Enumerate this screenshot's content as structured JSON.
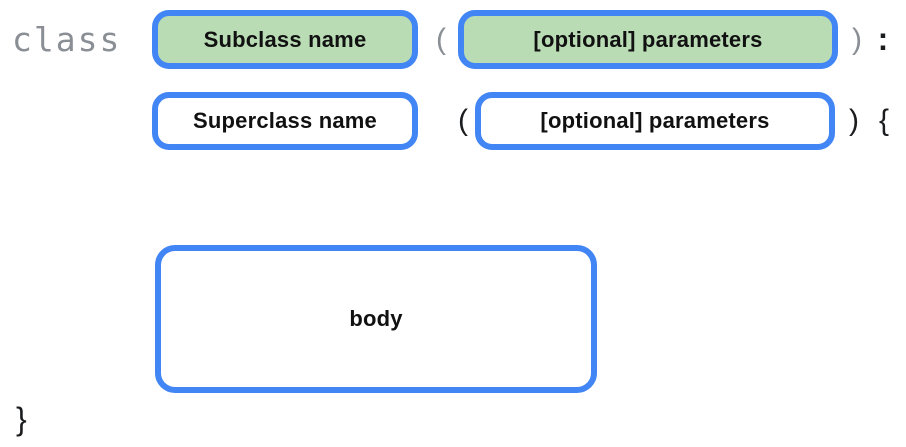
{
  "diagram": {
    "keyword": "class",
    "row1": {
      "subclass_label": "Subclass name",
      "open_paren": "(",
      "params_label": "[optional] parameters",
      "close_paren": ")",
      "colon": ":"
    },
    "row2": {
      "superclass_label": "Superclass name",
      "open_paren": "(",
      "params_label": "[optional] parameters",
      "close_paren": ")",
      "open_brace": "{"
    },
    "body_label": "body",
    "close_brace": "}",
    "colors": {
      "accent_blue": "#4285F4",
      "fill_green": "#B9DCB5",
      "fill_white": "#FFFFFF",
      "keyword_gray": "#8A8F95",
      "text_black": "#1B1C1E"
    }
  }
}
